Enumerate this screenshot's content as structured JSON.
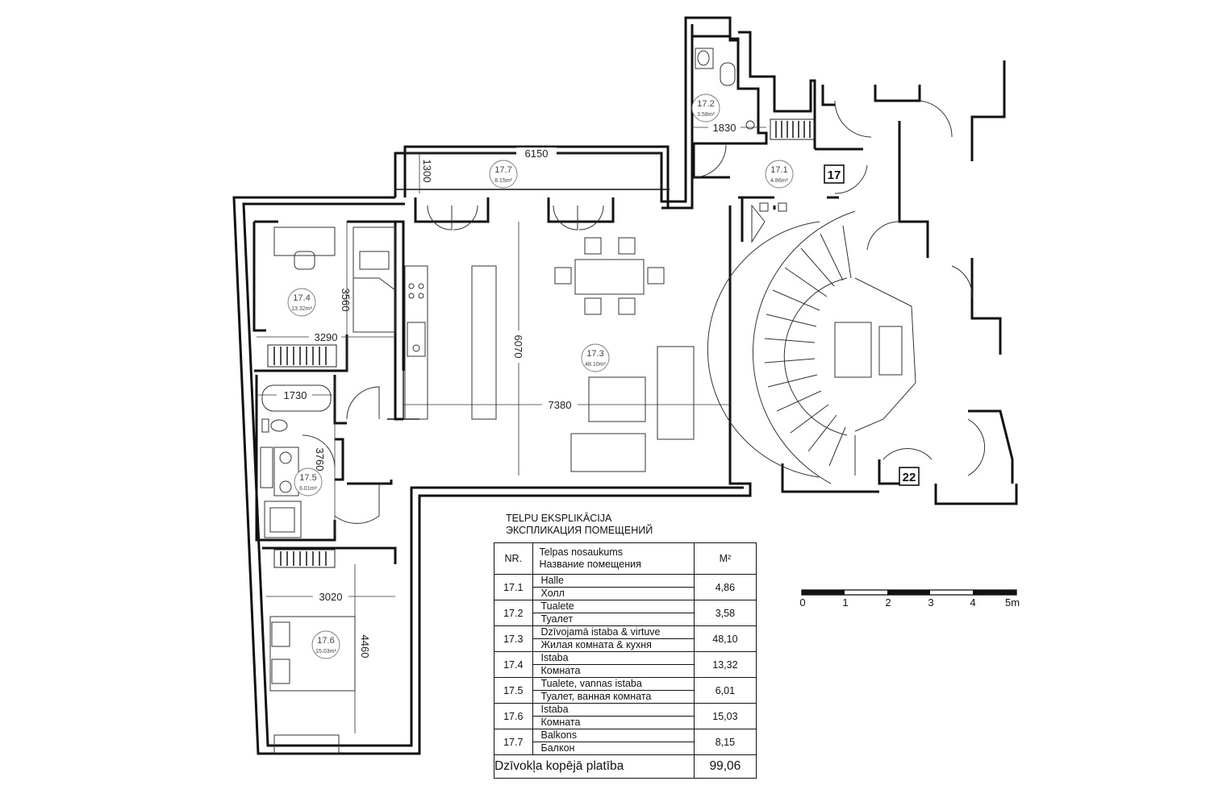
{
  "rooms": [
    {
      "id": "17.1",
      "area": "4.86m²"
    },
    {
      "id": "17.2",
      "area": "3.58m²"
    },
    {
      "id": "17.3",
      "area": "48.10m²"
    },
    {
      "id": "17.4",
      "area": "13.32m²"
    },
    {
      "id": "17.5",
      "area": "6.01m²"
    },
    {
      "id": "17.6",
      "area": "15.03m²"
    },
    {
      "id": "17.7",
      "area": "8.15m²"
    }
  ],
  "dimensions": {
    "balcony_length": "6150",
    "balcony_depth": "1300",
    "toilet_width": "1830",
    "room4_height": "3560",
    "room4_width": "3290",
    "bath_width": "1730",
    "bath_height": "3760",
    "living_depth": "6070",
    "living_width": "7380",
    "room6_width": "3020",
    "room6_height": "4460"
  },
  "markers": {
    "apartment": "17",
    "next_apartment": "22"
  },
  "explication": {
    "title_lv": "TELPU EKSPLIKĀCIJA",
    "title_ru": "ЭКСПЛИКАЦИЯ ПОМЕЩЕНИЙ",
    "header_nr": "NR.",
    "header_name_lv": "Telpas nosaukums",
    "header_name_ru": "Название помещения",
    "header_area": "M²",
    "rows": [
      {
        "nr": "17.1",
        "lv": "Halle",
        "ru": "Холл",
        "area": "4,86"
      },
      {
        "nr": "17.2",
        "lv": "Tualete",
        "ru": "Туалет",
        "area": "3,58"
      },
      {
        "nr": "17.3",
        "lv": "Dzīvojamā istaba & virtuve",
        "ru": "Жилая комната &  кухня",
        "area": "48,10"
      },
      {
        "nr": "17.4",
        "lv": "Istaba",
        "ru": "Комната",
        "area": "13,32"
      },
      {
        "nr": "17.5",
        "lv": "Tualete, vannas istaba",
        "ru": "Туалет, ванная комната",
        "area": "6,01"
      },
      {
        "nr": "17.6",
        "lv": "Istaba",
        "ru": "Комната",
        "area": "15,03"
      },
      {
        "nr": "17.7",
        "lv": "Balkons",
        "ru": "Балкон",
        "area": "8,15"
      }
    ],
    "total_label": "Dzīvokļa kopējā platība",
    "total_value": "99,06"
  },
  "scale_bar": {
    "labels": [
      "0",
      "1",
      "2",
      "3",
      "4",
      "5m"
    ]
  }
}
